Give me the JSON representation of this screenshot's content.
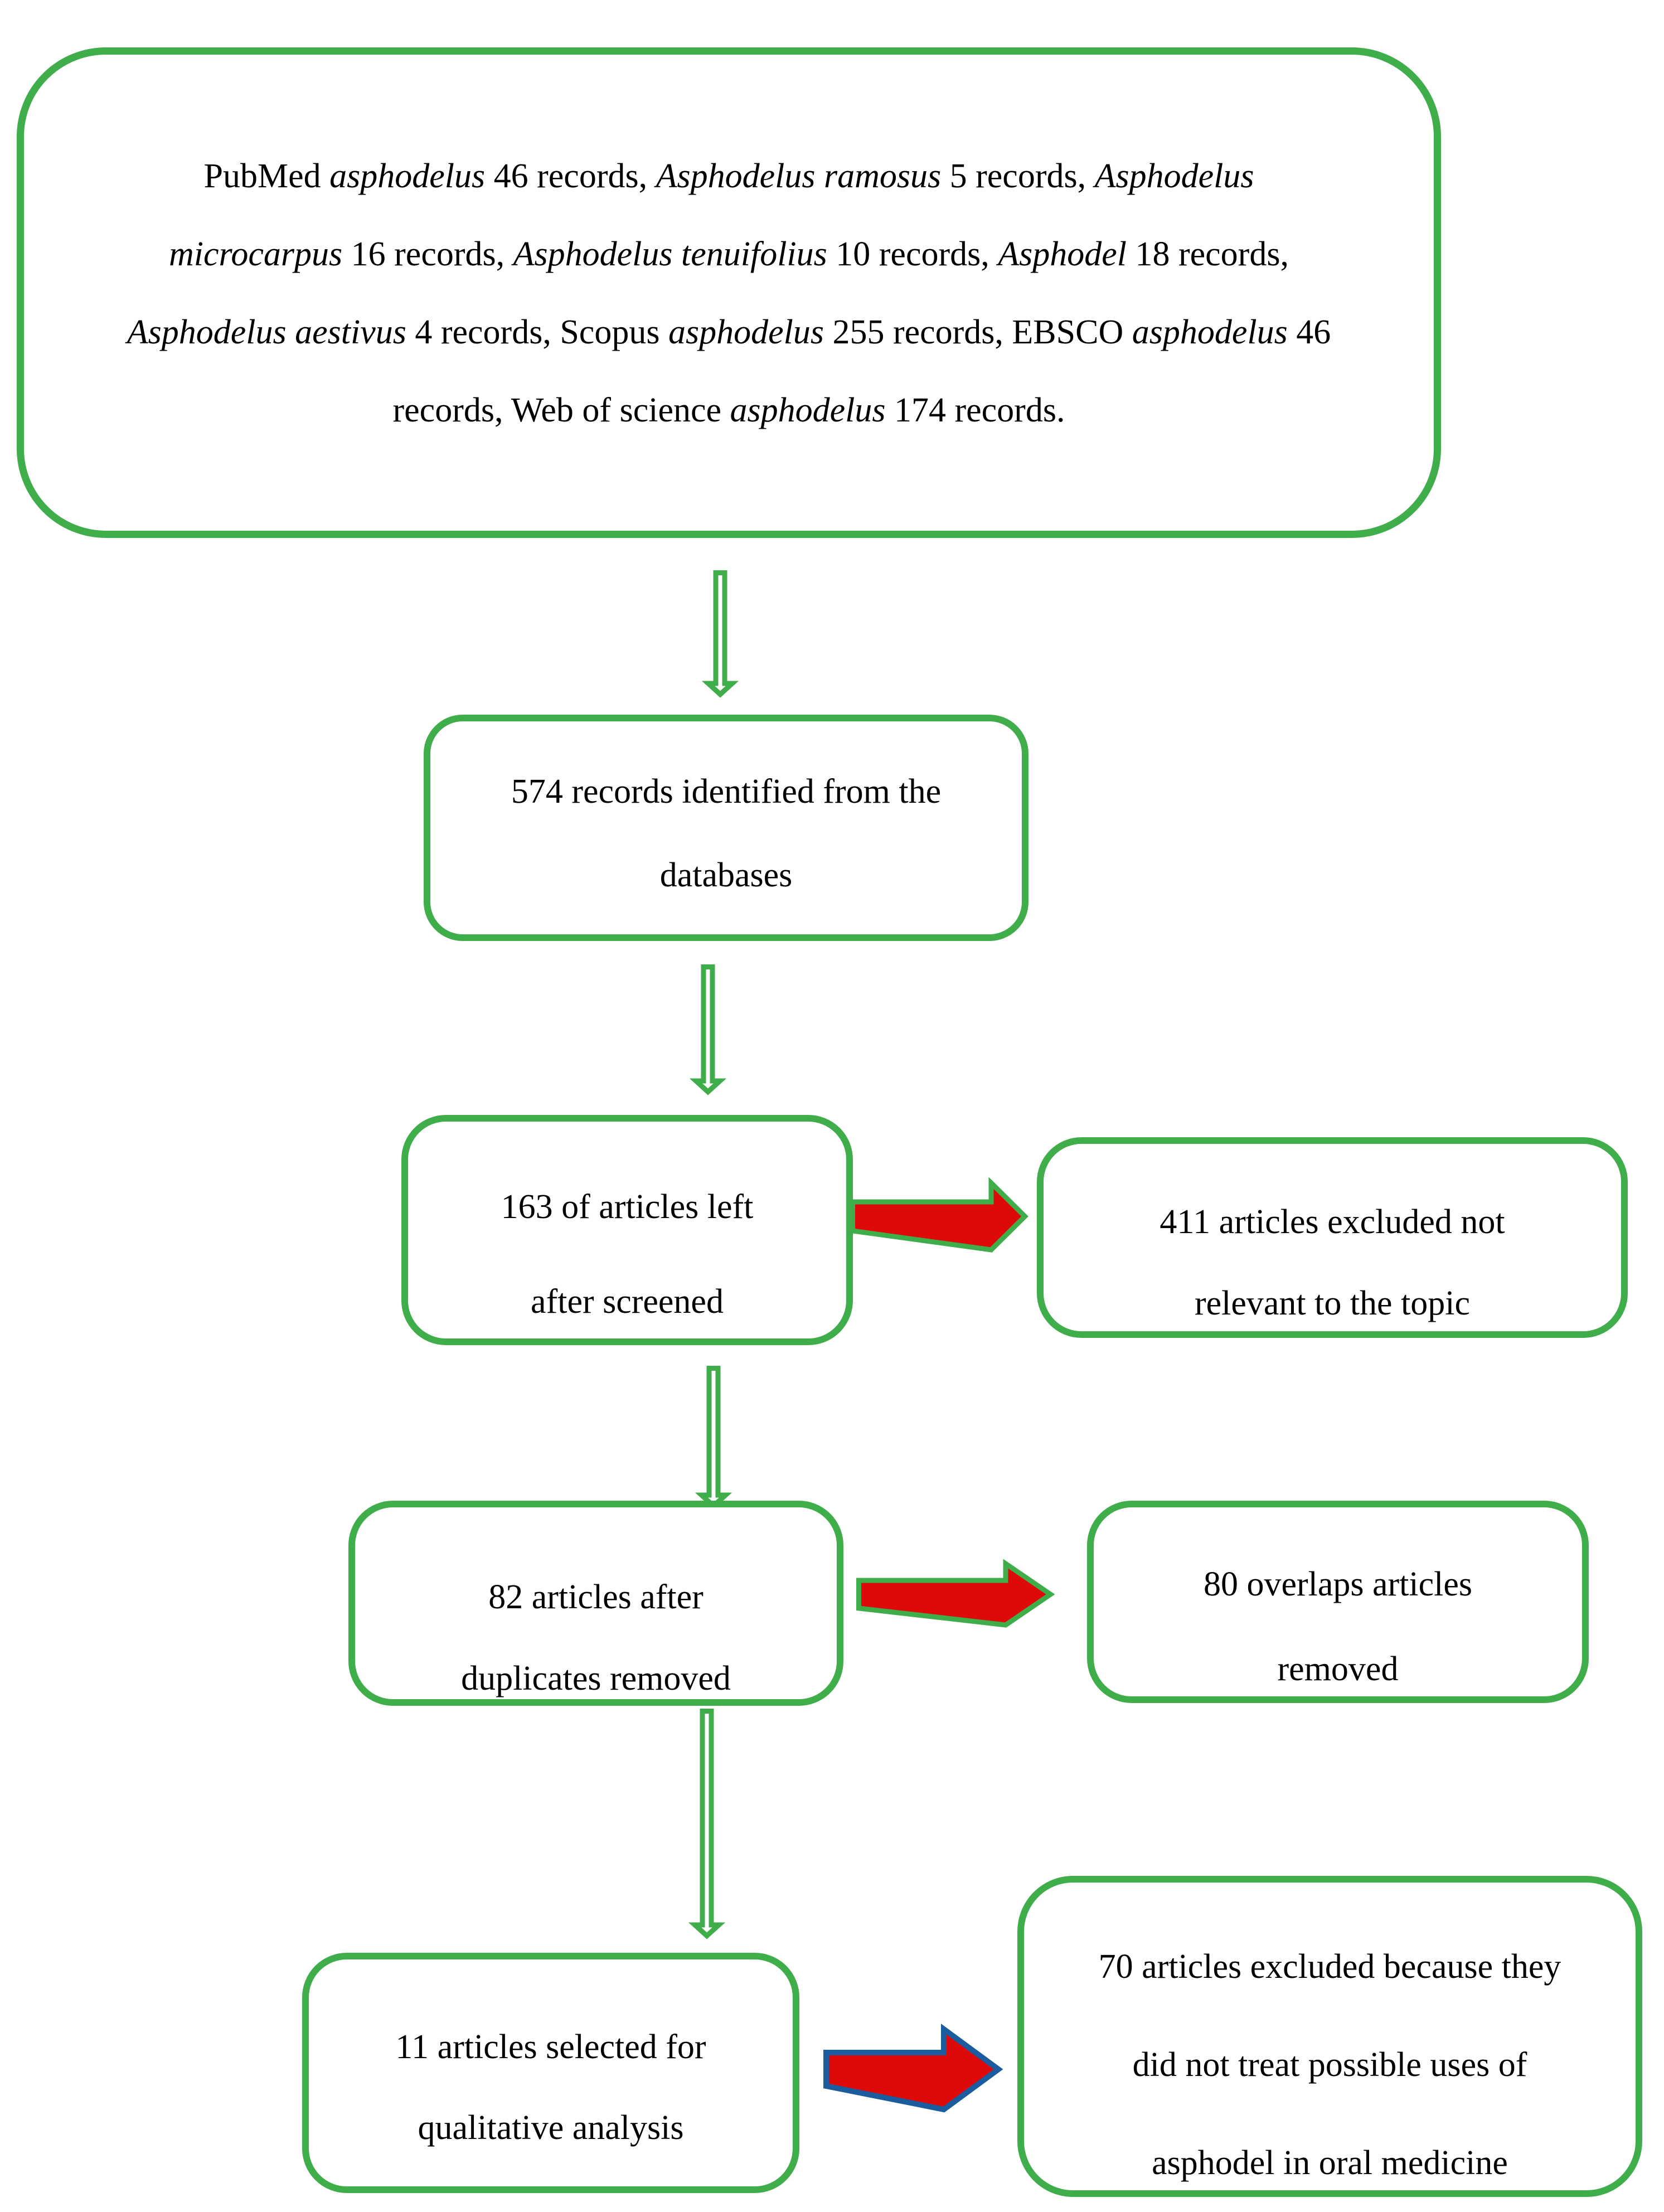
{
  "figure": {
    "title": "Article selection flow diagram",
    "colors": {
      "green": "#3FAD49",
      "red": "#DE0909",
      "blue": "#1B5C9E"
    },
    "source_box": {
      "lines": [
        [
          {
            "t": "PubMed ",
            "i": false
          },
          {
            "t": "asphodelus",
            "i": true
          },
          {
            "t": " 46 records, ",
            "i": false
          },
          {
            "t": "Asphodelus ramosus",
            "i": true
          },
          {
            "t": " 5 records, ",
            "i": false
          },
          {
            "t": "Asphodelus",
            "i": true
          }
        ],
        [
          {
            "t": "microcarpus",
            "i": true
          },
          {
            "t": " 16 records, ",
            "i": false
          },
          {
            "t": "Asphodelus tenuifolius",
            "i": true
          },
          {
            "t": " 10 records, ",
            "i": false
          },
          {
            "t": "Asphodel",
            "i": true
          },
          {
            "t": " 18 records,",
            "i": false
          }
        ],
        [
          {
            "t": "Asphodelus aestivus",
            "i": true
          },
          {
            "t": " 4 records, Scopus ",
            "i": false
          },
          {
            "t": "asphodelus",
            "i": true
          },
          {
            "t": " 255 records, EBSCO ",
            "i": false
          },
          {
            "t": "asphodelus",
            "i": true
          },
          {
            "t": " 46",
            "i": false
          }
        ],
        [
          {
            "t": "records, Web of science ",
            "i": false
          },
          {
            "t": "asphodelus",
            "i": true
          },
          {
            "t": " 174 records.",
            "i": false
          }
        ]
      ]
    },
    "identified_box": {
      "lines": [
        "574 records identified from the",
        "databases"
      ]
    },
    "screened_box": {
      "lines": [
        "163 of articles left",
        "after screened"
      ]
    },
    "excluded_topic_box": {
      "lines": [
        "411 articles excluded not",
        "relevant to the topic"
      ]
    },
    "duplicates_box": {
      "lines": [
        "82 articles after",
        "duplicates removed"
      ]
    },
    "overlaps_box": {
      "lines": [
        "80 overlaps articles",
        "removed"
      ]
    },
    "selected_box": {
      "lines": [
        "11 articles selected for",
        "qualitative analysis"
      ]
    },
    "excluded_use_box": {
      "lines": [
        "70 articles excluded because they",
        "did not treat possible uses of",
        "asphodel in oral medicine"
      ]
    }
  }
}
